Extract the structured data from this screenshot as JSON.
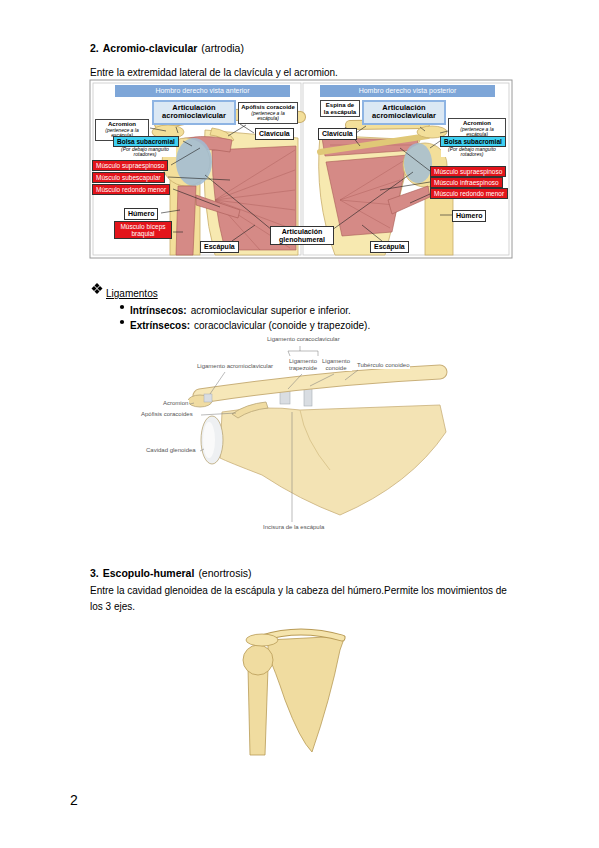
{
  "diagram": {
    "nodes": [
      {
        "text": [
          "Hombro derecho vista anterior"
        ]
      },
      {
        "text": [
          "Articulación acromioclavicular"
        ]
      },
      {
        "text": [
          "Apófisis coracoide",
          "(pertenece a la escápula)"
        ]
      },
      {
        "text": [
          "Acromion",
          "(pertenece a la escápula)"
        ]
      },
      {
        "text": [
          "Clavícula"
        ]
      },
      {
        "text": [
          "Bolsa subacromial",
          "(Por debajo manguito rotadores)"
        ]
      },
      {
        "text": [
          "Músculo supraespinoso"
        ]
      },
      {
        "text": [
          "Músculo subescapular"
        ]
      },
      {
        "text": [
          "Músculo redondo menor"
        ]
      },
      {
        "text": [
          "Húmero"
        ]
      },
      {
        "text": [
          "Músculo bíceps braquial"
        ]
      },
      {
        "text": [
          "Escápula"
        ]
      },
      {
        "text": [
          "Hombro derecho vista posterior"
        ]
      },
      {
        "text": [
          "Espina de la escápula"
        ]
      },
      {
        "text": [
          "Articulación acromioclavicular"
        ]
      },
      {
        "text": [
          "Acromion",
          "(pertenece a la escápula)"
        ]
      },
      {
        "text": [
          "Clavícula"
        ]
      },
      {
        "text": [
          "Bolsa subacromial",
          "(Por debajo manguito rotadores)"
        ]
      },
      {
        "text": [
          "Músculo supraespinoso"
        ]
      },
      {
        "text": [
          "Músculo infraespinoso"
        ]
      },
      {
        "text": [
          "Músculo redondo menor"
        ]
      },
      {
        "text": [
          "Húmero"
        ]
      },
      {
        "text": [
          "Escápula"
        ]
      },
      {
        "text": [
          "Articulación glenohumeral"
        ]
      }
    ],
    "labels": [
      "2.",
      "Acromio-clavicular",
      "(artrodia)",
      "Entre la extremidad lateral de la clavícula y el acromion.",
      "Ligamentos",
      "Intrínsecos:",
      "acromioclavicular superior e inferior.",
      "Extrínsecos:",
      "coracoclavicular (conoide y trapezoide).",
      "Ligamento coracoclavicular",
      "Ligamento acromioclavicular",
      "Ligamento trapezoide",
      "Ligamento conoide",
      "Tubérculo conoideo",
      "Acromion",
      "Apófisis coracoides",
      "Cavidad glenoidea",
      "Incisura de la escápula",
      "3.",
      "Escopulo-humeral",
      "(enortrosis)",
      "Entre la cavidad glenoidea de la escápula y la cabeza del húmero.Permite los movimientos de los 3 ejes.",
      "2"
    ]
  }
}
